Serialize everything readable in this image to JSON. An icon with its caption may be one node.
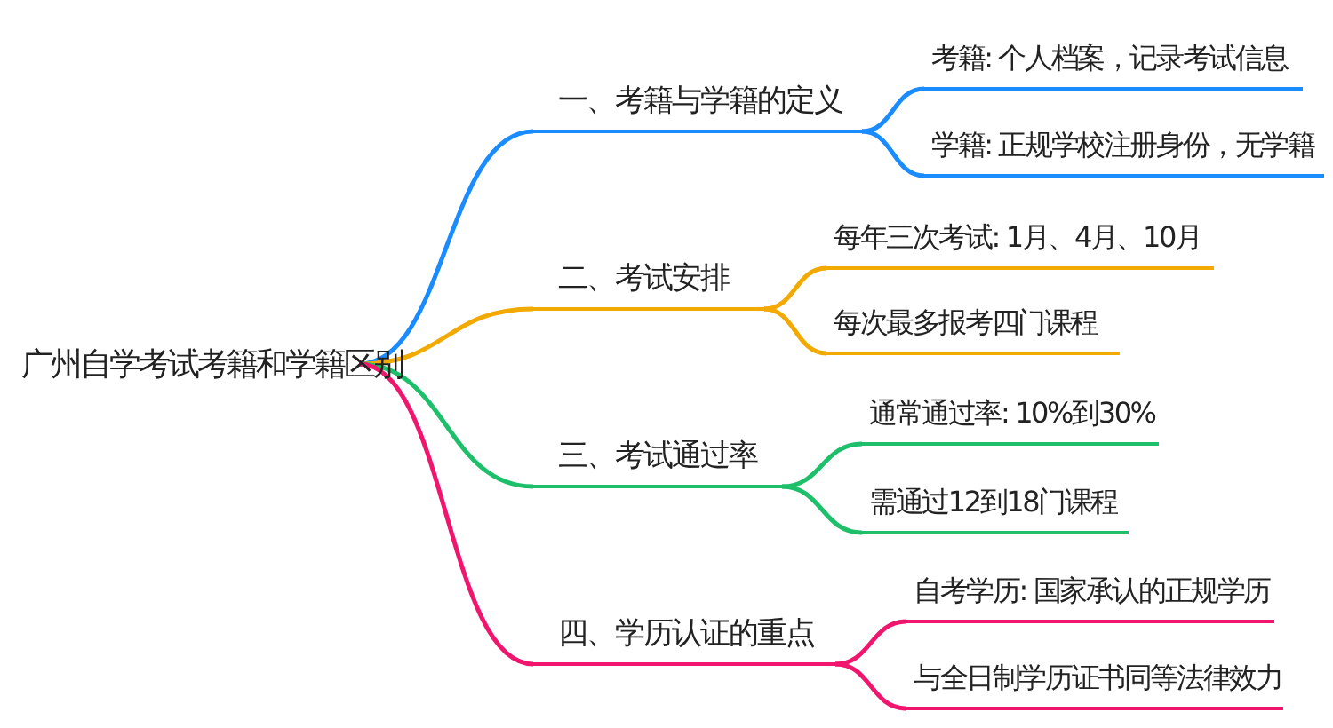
{
  "diagram": {
    "nodes": [
      {
        "text": [
          "广州自学考试考籍和学籍区别"
        ]
      },
      {
        "text": [
          "一、考籍与学籍的定义"
        ]
      },
      {
        "text": [
          "考籍: 个人档案，记录考试信息"
        ]
      },
      {
        "text": [
          "学籍: 正规学校注册身份，无学籍"
        ]
      },
      {
        "text": [
          "二、考试安排"
        ]
      },
      {
        "text": [
          "每年三次考试: 1月、4月、10月"
        ]
      },
      {
        "text": [
          "每次最多报考四门课程"
        ]
      },
      {
        "text": [
          "三、考试通过率"
        ]
      },
      {
        "text": [
          "通常通过率: 10%到30%"
        ]
      },
      {
        "text": [
          "需通过12到18门课程"
        ]
      },
      {
        "text": [
          "四、学历认证的重点"
        ]
      },
      {
        "text": [
          "自考学历: 国家承认的正规学历"
        ]
      },
      {
        "text": [
          "与全日制学历证书同等法律效力"
        ]
      }
    ],
    "edges": [
      {
        "from": 0,
        "to": 1,
        "arrow": "none",
        "color": "#1a8cff"
      },
      {
        "from": 1,
        "to": 2,
        "arrow": "none",
        "color": "#1a8cff"
      },
      {
        "from": 1,
        "to": 3,
        "arrow": "none",
        "color": "#1a8cff"
      },
      {
        "from": 0,
        "to": 4,
        "arrow": "none",
        "color": "#f2a900"
      },
      {
        "from": 4,
        "to": 5,
        "arrow": "none",
        "color": "#f2a900"
      },
      {
        "from": 4,
        "to": 6,
        "arrow": "none",
        "color": "#f2a900"
      },
      {
        "from": 0,
        "to": 7,
        "arrow": "none",
        "color": "#1dbf6a"
      },
      {
        "from": 7,
        "to": 8,
        "arrow": "none",
        "color": "#1dbf6a"
      },
      {
        "from": 7,
        "to": 9,
        "arrow": "none",
        "color": "#1dbf6a"
      },
      {
        "from": 0,
        "to": 10,
        "arrow": "none",
        "color": "#f0166e"
      },
      {
        "from": 10,
        "to": 11,
        "arrow": "none",
        "color": "#f0166e"
      },
      {
        "from": 10,
        "to": 12,
        "arrow": "none",
        "color": "#f0166e"
      }
    ]
  }
}
